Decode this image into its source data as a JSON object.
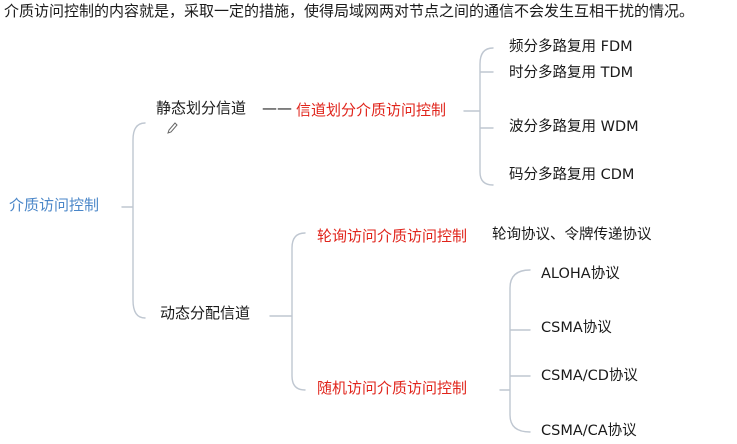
{
  "intro": "介质访问控制的内容就是，采取一定的措施，使得局域网两对节点之间的通信不会发生互相干扰的情况。",
  "root": "介质访问控制",
  "static": {
    "label": "静态划分信道",
    "connector": "——",
    "method": "信道划分介质访问控制",
    "children": [
      "频分多路复用 FDM",
      "时分多路复用 TDM",
      "波分多路复用 WDM",
      "码分多路复用 CDM"
    ]
  },
  "dynamic": {
    "label": "动态分配信道",
    "polling": {
      "label": "轮询访问介质访问控制",
      "detail": "轮询协议、令牌传递协议"
    },
    "random": {
      "label": "随机访问介质访问控制",
      "children": [
        "ALOHA协议",
        "CSMA协议",
        "CSMA/CD协议",
        "CSMA/CA协议"
      ]
    }
  },
  "colors": {
    "root": "#4a86c8",
    "method": "#e0241b",
    "lines": "#bfc7d1"
  },
  "icons": {
    "annotation": "pencil-icon"
  }
}
